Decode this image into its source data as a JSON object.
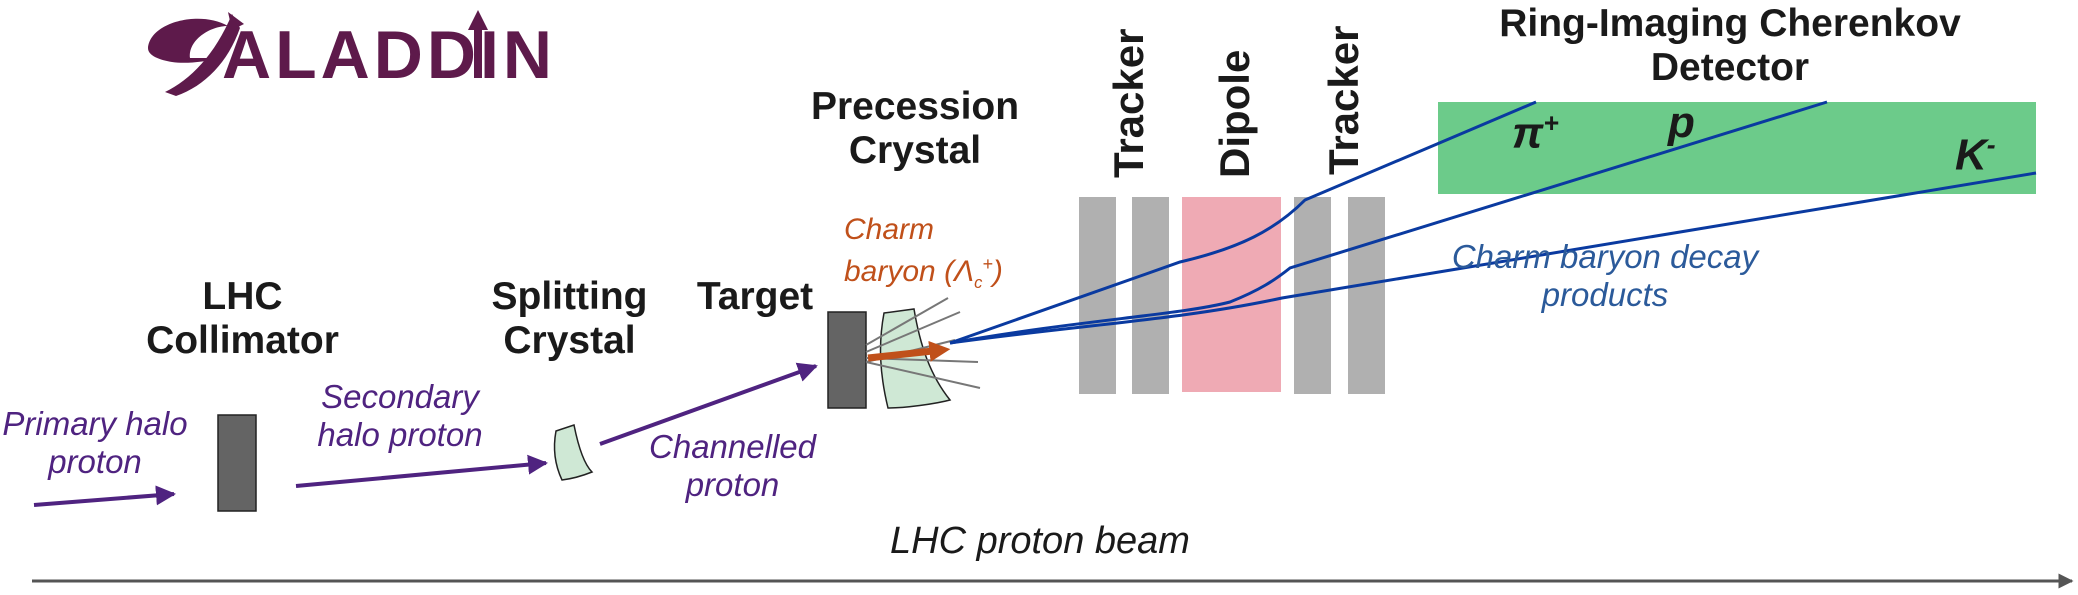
{
  "logo": {
    "text": "ALADDIN",
    "color": "#5e1a4b"
  },
  "labels": {
    "lhc_collimator": [
      "LHC",
      "Collimator"
    ],
    "splitting_crystal": [
      "Splitting",
      "Crystal"
    ],
    "target": "Target",
    "precession_crystal": [
      "Precession",
      "Crystal"
    ],
    "tracker1": "Tracker",
    "dipole": "Dipole",
    "tracker2": "Tracker",
    "rich": [
      "Ring-Imaging Cherenkov",
      "Detector"
    ],
    "primary_halo": [
      "Primary halo",
      "proton"
    ],
    "secondary_halo": [
      "Secondary",
      "halo proton"
    ],
    "channelled": [
      "Channelled",
      "proton"
    ],
    "charm_baryon": [
      "Charm",
      "baryon (Λ",
      "c",
      "+",
      ")"
    ],
    "decay_products": [
      "Charm baryon decay",
      "products"
    ],
    "beam": "LHC proton beam",
    "pi_plus": [
      "π",
      "+"
    ],
    "proton_p": "p",
    "k_minus": [
      "K",
      "-"
    ]
  },
  "colors": {
    "purple": "#4f2380",
    "blue": "#0a3aa0",
    "orange": "#c0501a",
    "tracker_gray": "#b0b0b0",
    "dipole_pink": "#efaab4",
    "rich_green": "#6ccb8a",
    "crystal_green": "#cfe8d5",
    "block_gray": "#646464"
  },
  "icons": [
    "arrow-icon",
    "crystal-icon",
    "collimator-block-icon",
    "target-block-icon"
  ]
}
